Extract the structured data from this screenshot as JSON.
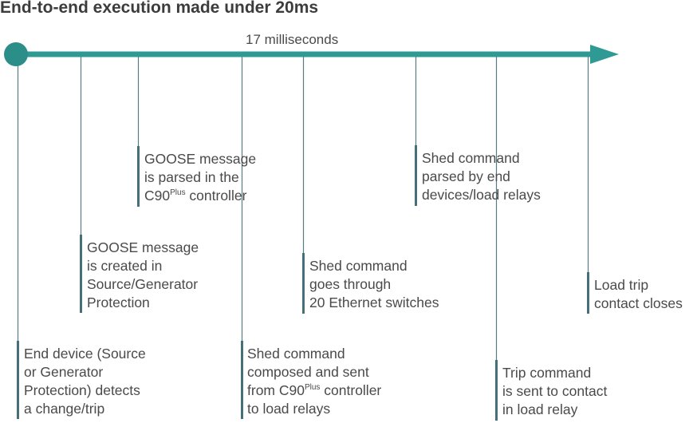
{
  "title": "End-to-end execution made under 20ms",
  "duration_label": "17 milliseconds",
  "colors": {
    "timeline": "#2f9a93",
    "start_marker": "#2b8e88",
    "connector": "#5a7b82",
    "text_bar": "#45707a",
    "text": "#4a4a4a"
  },
  "steps": [
    {
      "lines": [
        "End device (Source",
        "or Generator",
        "Protection) detects",
        "a change/trip"
      ]
    },
    {
      "lines": [
        "GOOSE message",
        "is created in",
        "Source/Generator",
        "Protection"
      ]
    },
    {
      "lines": [
        "GOOSE message",
        "is parsed in the"
      ],
      "sup_line": {
        "pre": "C90",
        "sup": "Plus",
        "post": " controller"
      }
    },
    {
      "lines": [
        "Shed command",
        "composed and sent"
      ],
      "sup_line": {
        "pre": "from C90",
        "sup": "Plus",
        "post": " controller"
      },
      "tail_lines": [
        "to load relays"
      ]
    },
    {
      "lines": [
        "Shed command",
        "goes through",
        "20 Ethernet switches"
      ]
    },
    {
      "lines": [
        "Shed command",
        "parsed by end",
        "devices/load relays"
      ]
    },
    {
      "lines": [
        "Trip command",
        "is sent to contact",
        "in load relay"
      ]
    },
    {
      "lines": [
        "Load trip",
        "contact closes"
      ]
    }
  ]
}
